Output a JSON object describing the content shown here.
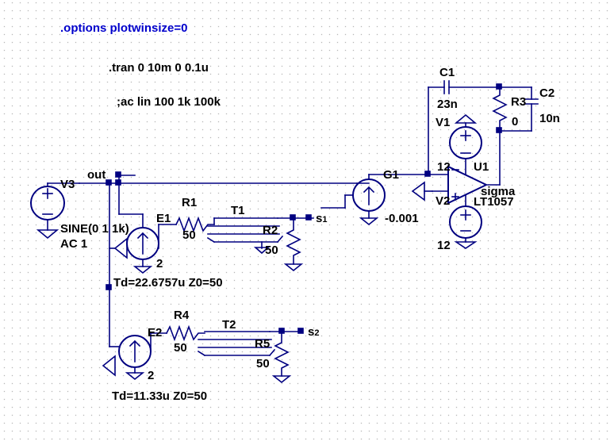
{
  "directives": {
    "options": ".options plotwinsize=0",
    "tran": ".tran 0 10m 0 0.1u",
    "ac": ";ac lin 100 1k 100k"
  },
  "net_labels": {
    "out": "out",
    "s1": "s",
    "s1_sub": "1",
    "s2": "s",
    "s2_sub": "2"
  },
  "components": {
    "V3": {
      "name": "V3",
      "value": "SINE(0 1 1k)",
      "ac": "AC 1"
    },
    "E1": {
      "name": "E1",
      "gain": "2"
    },
    "E2": {
      "name": "E2",
      "gain": "2"
    },
    "R1": {
      "name": "R1",
      "value": "50"
    },
    "R2": {
      "name": "R2",
      "value": "50"
    },
    "R4": {
      "name": "R4",
      "value": "50"
    },
    "R5": {
      "name": "R5",
      "value": "50"
    },
    "T1": {
      "name": "T1",
      "params": "Td=22.6757u Z0=50"
    },
    "T2": {
      "name": "T2",
      "params": "Td=11.33u Z0=50"
    },
    "G1": {
      "name": "G1",
      "value": "-0.001"
    },
    "C1": {
      "name": "C1",
      "value": "23n"
    },
    "C2": {
      "name": "C2",
      "value": "10n"
    },
    "R3": {
      "name": "R3",
      "value": "0"
    },
    "V1": {
      "name": "V1",
      "value": "12"
    },
    "V2": {
      "name": "V2",
      "value": "12"
    },
    "U1": {
      "name": "U1",
      "model": "LT1057",
      "net": "sigma"
    }
  },
  "colors": {
    "wire": "#000080",
    "text": "#000000",
    "directive": "#0000cc",
    "grid": "#808080",
    "background": "#ffffff"
  }
}
